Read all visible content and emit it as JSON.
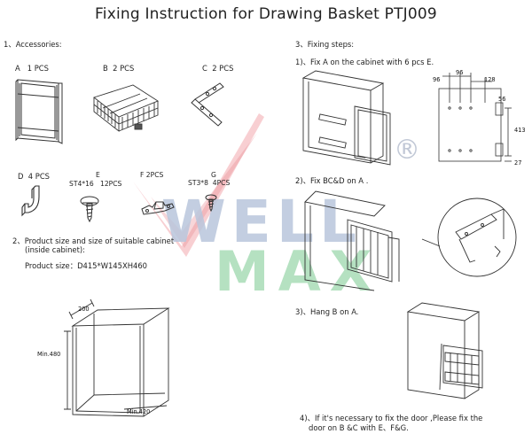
{
  "title": "Fixing Instruction for Drawing Basket PTJ009",
  "accessories": {
    "heading": "1、Accessories:",
    "items": [
      {
        "letter": "A",
        "qty": "1 PCS"
      },
      {
        "letter": "B",
        "qty": "2 PCS"
      },
      {
        "letter": "C",
        "qty": "2 PCS"
      },
      {
        "letter": "D",
        "qty": "4 PCS"
      },
      {
        "letter": "E",
        "spec": "ST4*16",
        "qty": "12PCS"
      },
      {
        "letter": "F",
        "qty": "2PCS"
      },
      {
        "letter": "G",
        "spec": "ST3*8",
        "qty": "4PCS"
      }
    ]
  },
  "product": {
    "heading_line1": "2、Product size and size of suitable cabinet",
    "heading_line2": "(inside cabinet):",
    "size": "Product size：D415*W145XH460",
    "dims": {
      "depth": "200",
      "height": "Min.480",
      "width": "Min.420"
    }
  },
  "steps": {
    "heading": "3、Fixing steps:",
    "step1": "1)、Fix A on the cabinet with 6 pcs E.",
    "step1_dims": [
      "96",
      "96",
      "128",
      "56",
      "413",
      "27"
    ],
    "step2": "2)、Fix BC&D on A .",
    "step3": "3)、Hang B on A.",
    "step4_line1": "4)、If it's necessary to fix the door ,Please fix the",
    "step4_line2": "door on B &C with E、F&G."
  },
  "watermark": {
    "line1": "WELL",
    "line2": "MAX",
    "mark": "®"
  },
  "colors": {
    "wm_blue": "#b9c6dc",
    "wm_green": "#a9dcb7",
    "wm_red": "#f2a7ad",
    "line": "#333333"
  }
}
